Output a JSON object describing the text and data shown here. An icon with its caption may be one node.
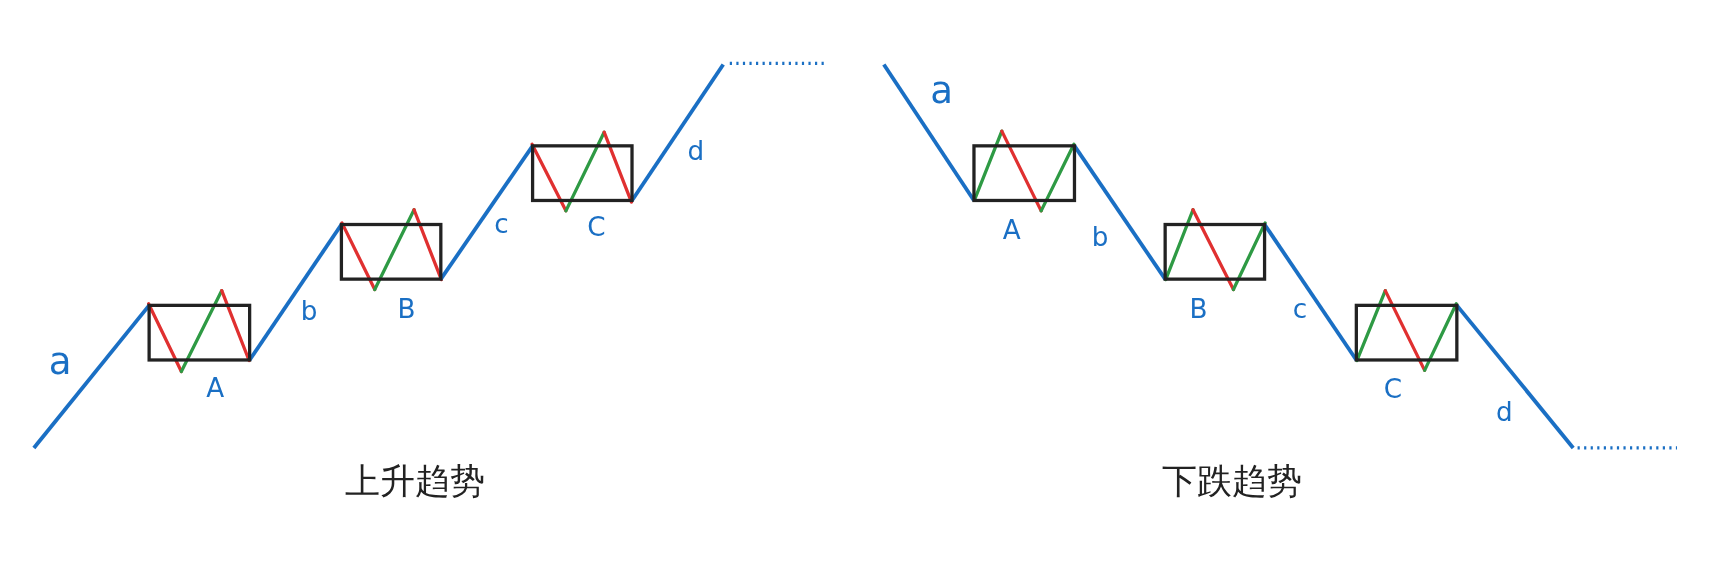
{
  "diagram": {
    "nodes": [
      {
        "text": [],
        "shape": "box",
        "beside": [
          "A"
        ]
      },
      {
        "text": [],
        "shape": "box",
        "beside": [
          "B"
        ]
      },
      {
        "text": [],
        "shape": "box",
        "beside": [
          "C"
        ]
      },
      {
        "text": [],
        "shape": "box",
        "beside": [
          "A"
        ]
      },
      {
        "text": [],
        "shape": "box",
        "beside": [
          "B"
        ]
      },
      {
        "text": [],
        "shape": "box",
        "beside": [
          "C"
        ]
      }
    ],
    "edges": [
      {
        "from": null,
        "to": 0,
        "arrow": "none",
        "label": "a"
      },
      {
        "from": 0,
        "to": 1,
        "arrow": "none",
        "label": "b"
      },
      {
        "from": 1,
        "to": 2,
        "arrow": "none",
        "label": "c"
      },
      {
        "from": 2,
        "to": null,
        "arrow": "none",
        "label": "d"
      },
      {
        "from": null,
        "to": 3,
        "arrow": "none",
        "label": "a"
      },
      {
        "from": 3,
        "to": 4,
        "arrow": "none",
        "label": "b"
      },
      {
        "from": 4,
        "to": 5,
        "arrow": "none",
        "label": "c"
      },
      {
        "from": 5,
        "to": null,
        "arrow": "none",
        "label": "d"
      }
    ],
    "labels": [
      "上升趋势",
      "下跌趋势"
    ]
  }
}
